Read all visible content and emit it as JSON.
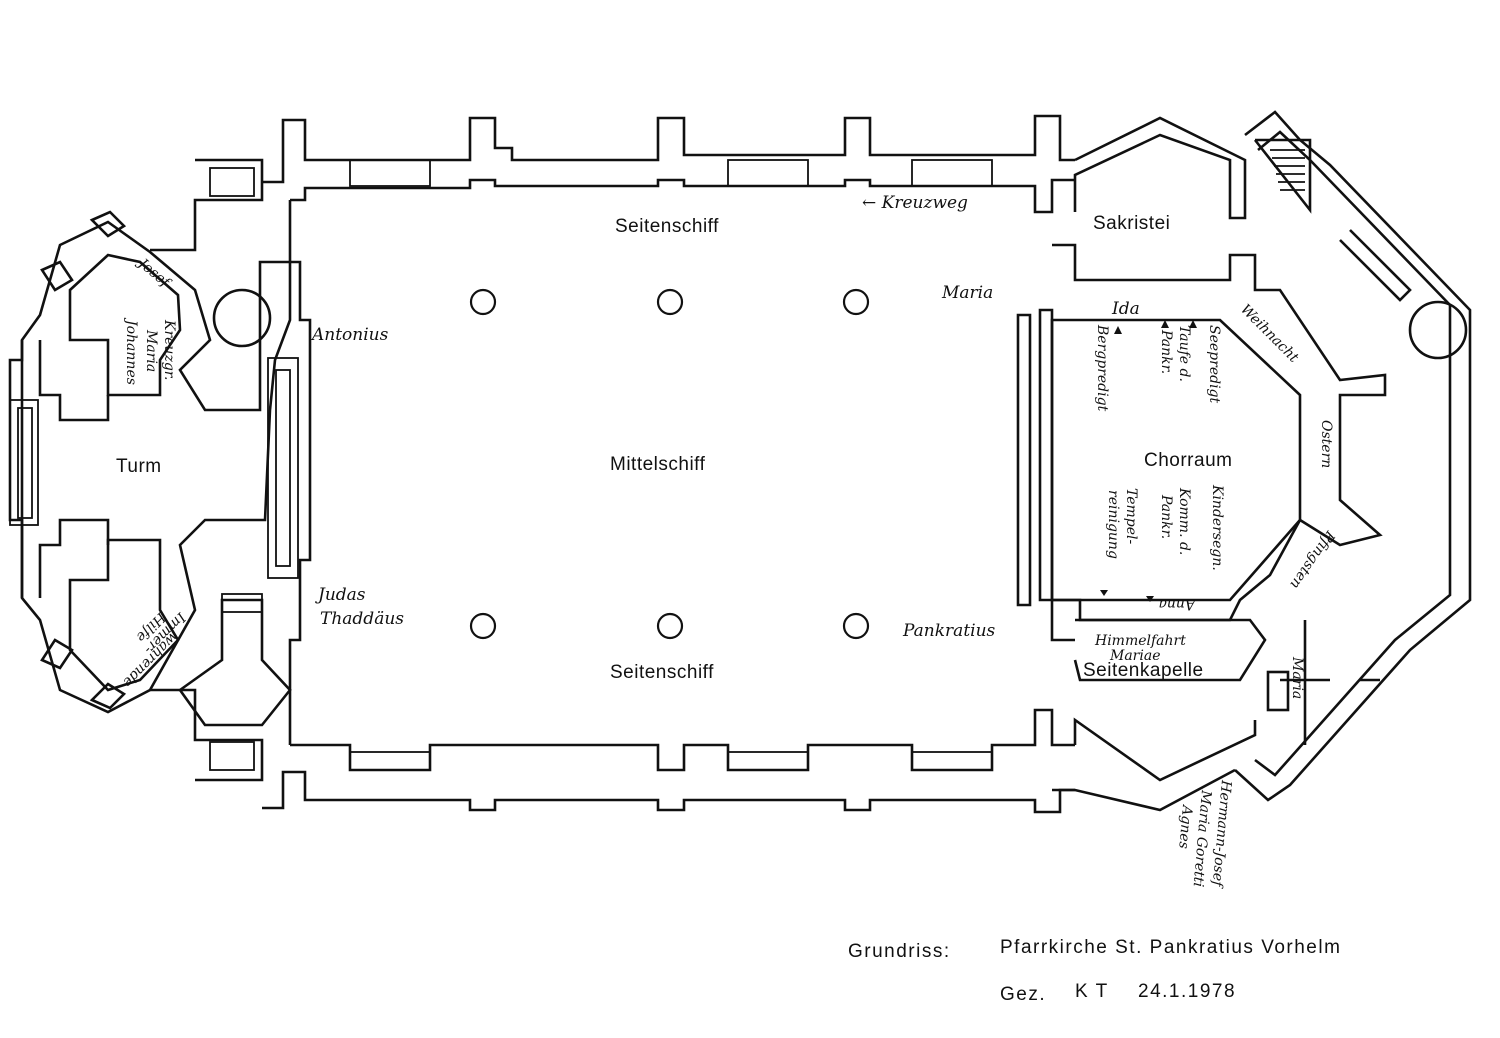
{
  "rooms": {
    "seitenschiff_north": "Seitenschiff",
    "seitenschiff_south": "Seitenschiff",
    "mittelschiff": "Mittelschiff",
    "turm": "Turm",
    "sakristei": "Sakristei",
    "chorraum": "Chorraum",
    "seitenkapelle": "Seitenkapelle"
  },
  "annotations": {
    "kreuzweg": "← Kreuzweg",
    "josef": "Josef",
    "kreuzgr": "Kreuzgr.",
    "maria_turm": "Maria",
    "johannes": "Johannes",
    "antonius": "Antonius",
    "judas": "Judas",
    "thaddaeus": "Thaddäus",
    "immer_1": "Immer-",
    "immer_2": "währende",
    "immer_3": "Hilfe",
    "maria_chor": "Maria",
    "ida": "Ida",
    "bergpredigt": "Bergpredigt",
    "taufe_1": "Taufe d.",
    "taufe_2": "Pankr.",
    "seepredigt": "Seepredigt",
    "weihnacht": "Weihnacht",
    "ostern": "Ostern",
    "pfingsten": "Pfingsten",
    "tempel_1": "Tempel-",
    "tempel_2": "reinigung",
    "komm_1": "Komm. d.",
    "komm_2": "Pankr.",
    "kindersegen": "Kindersegn.",
    "anna": "Anna",
    "pankratius": "Pankratius",
    "himmelfahrt_1": "Himmelfahrt",
    "himmelfahrt_2": "Mariae",
    "maria_kapelle": "Maria",
    "hermann_1": "Hermann-Josef",
    "hermann_2": "Maria Goretti",
    "hermann_3": "Agnes"
  },
  "caption": {
    "title_label": "Grundriss:",
    "title": "Pfarrkirche St. Pankratius Vorhelm",
    "drawn_label": "Gez.",
    "drawn_by": "K T",
    "date": "24.1.1978"
  }
}
